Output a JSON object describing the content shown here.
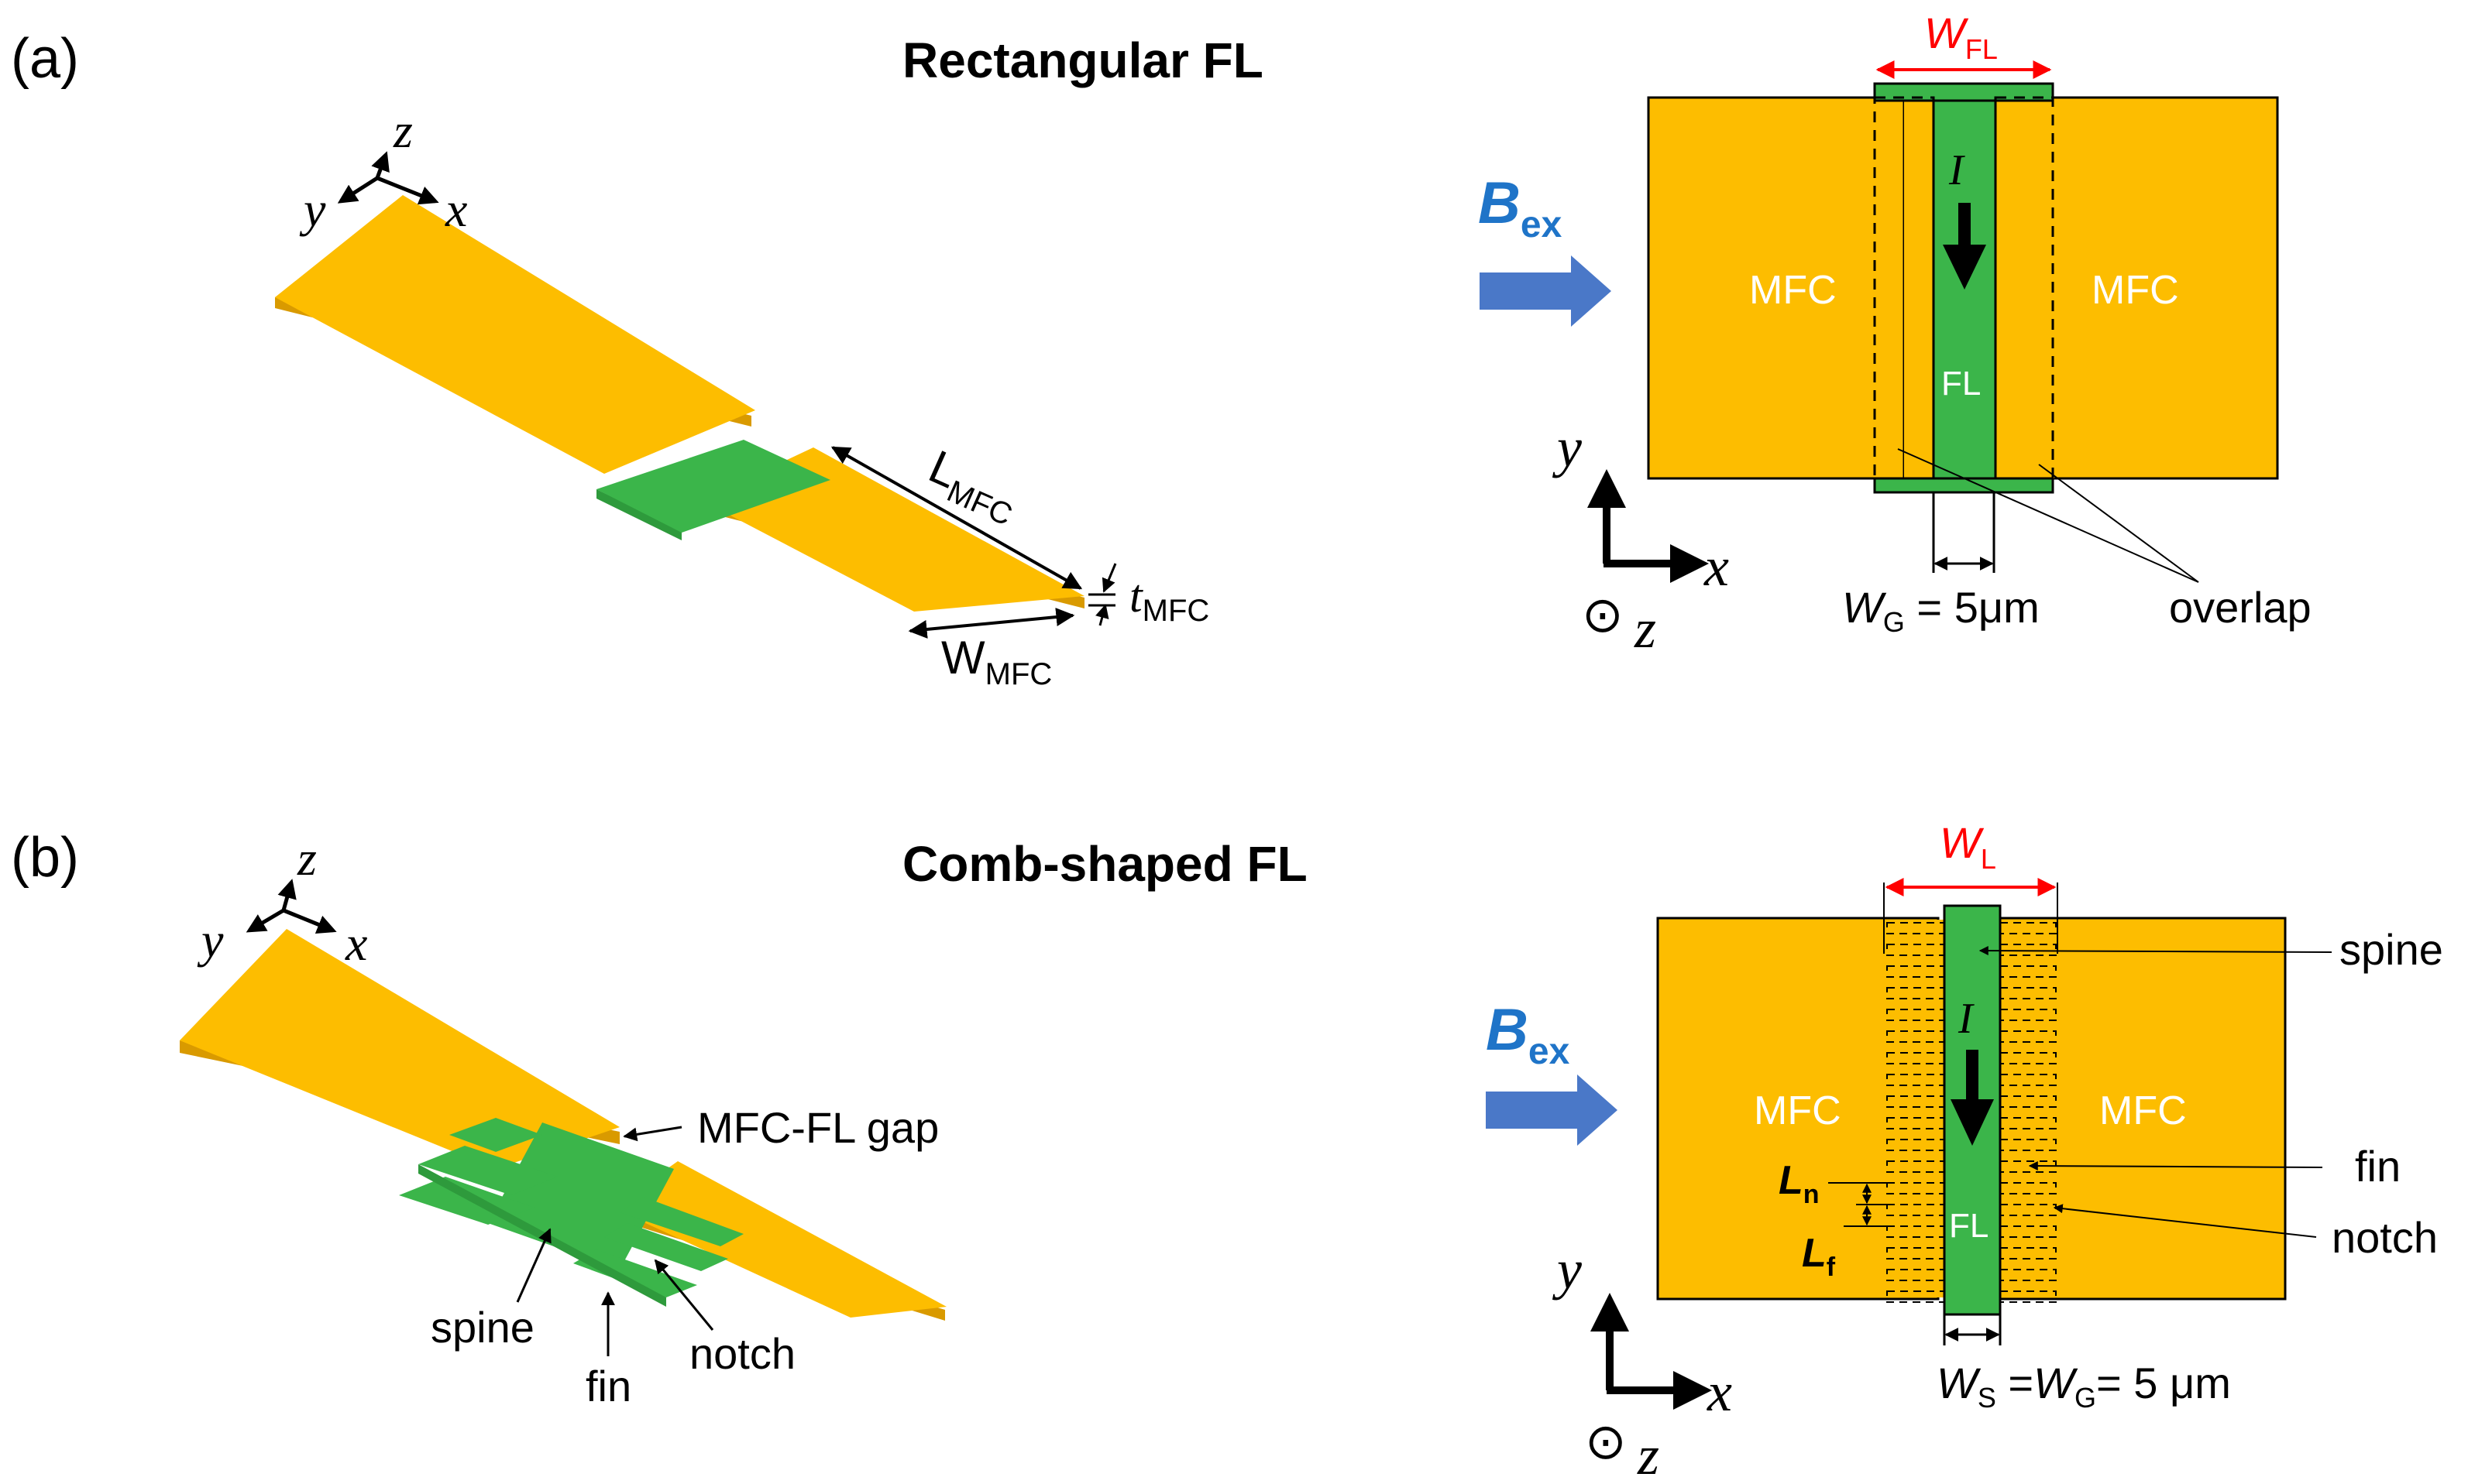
{
  "colors": {
    "gold": "#FDBD00",
    "gold_side": "#D99A00",
    "green": "#3BB54A",
    "green_dark": "#2E9A3C",
    "blue_arrow": "#4A78C8",
    "blue_text": "#1F74C8",
    "red": "#FF0000",
    "black": "#000000"
  },
  "panel_a": {
    "label": "(a)",
    "title": "Rectangular FL",
    "axes3d": {
      "y": "y",
      "z": "z",
      "x": "x"
    },
    "dim_L": {
      "base": "L",
      "sub": "MFC"
    },
    "dim_W": {
      "base": "W",
      "sub": "MFC"
    },
    "dim_t": {
      "base": "t",
      "sub": "MFC"
    },
    "top": {
      "bex_base": "B",
      "bex_sub": "ex",
      "mfc_left": "MFC",
      "mfc_right": "MFC",
      "fl": "FL",
      "current": "I",
      "wfl_base": "W",
      "wfl_sub": "FL",
      "wg_base": "W",
      "wg_sub": "G",
      "wg_value": " = 5μm",
      "overlap": "overlap",
      "axis_y": "y",
      "axis_x": "x",
      "axis_z": "z",
      "z_symbol": "⊙"
    }
  },
  "panel_b": {
    "label": "(b)",
    "title": "Comb-shaped FL",
    "axes3d": {
      "y": "y",
      "z": "z",
      "x": "x"
    },
    "gap": "MFC-FL gap",
    "spine": "spine",
    "fin": "fin",
    "notch": "notch",
    "top": {
      "bex_base": "B",
      "bex_sub": "ex",
      "mfc_left": "MFC",
      "mfc_right": "MFC",
      "fl": "FL",
      "current": "I",
      "wl_base": "W",
      "wl_sub": "L",
      "ws_base": "W",
      "ws_sub": "S",
      "ws_mid": " =",
      "wg_base": "W",
      "wg_sub": "G",
      "wg_value": "= 5 μm",
      "ln_base": "L",
      "ln_sub": "n",
      "lf_base": "L",
      "lf_sub": "f",
      "spine": "spine",
      "fin": "fin",
      "notch": "notch",
      "axis_y": "y",
      "axis_x": "x",
      "axis_z": "z",
      "z_symbol": "⊙"
    }
  }
}
